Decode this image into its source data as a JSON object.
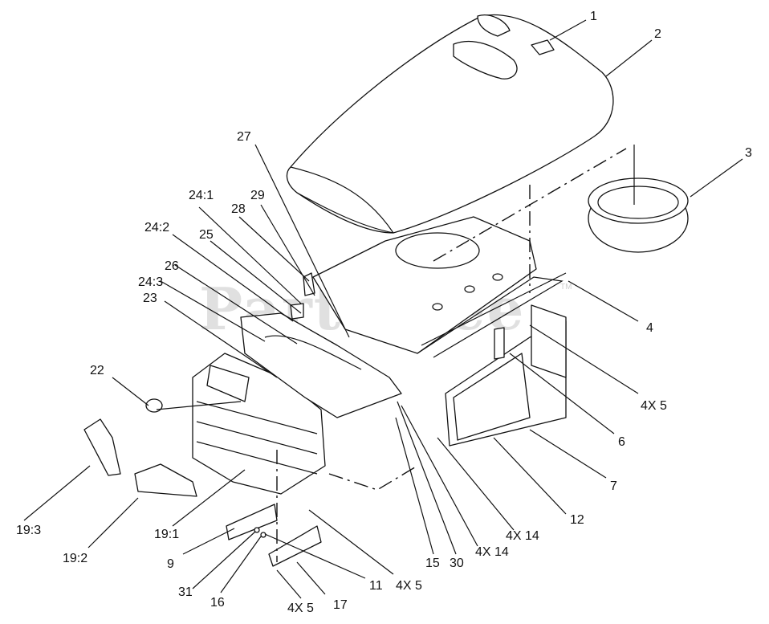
{
  "watermark": {
    "text": "PartsTree",
    "tm": "TM"
  },
  "callouts": {
    "c1": "1",
    "c2": "2",
    "c3": "3",
    "c4": "4",
    "c4x5a": "4X 5",
    "c6": "6",
    "c7": "7",
    "c12": "12",
    "c4x14a": "4X 14",
    "c4x14b": "4X 14",
    "c30": "30",
    "c15": "15",
    "c4x5b": "4X 5",
    "c11": "11",
    "c17": "17",
    "c4x5c": "4X 5",
    "c16": "16",
    "c31": "31",
    "c9": "9",
    "c19_1": "19:1",
    "c19_2": "19:2",
    "c19_3": "19:3",
    "c22": "22",
    "c23": "23",
    "c24_3": "24:3",
    "c26": "26",
    "c24_2": "24:2",
    "c25": "25",
    "c24_1": "24:1",
    "c28": "28",
    "c29": "29",
    "c27": "27"
  }
}
